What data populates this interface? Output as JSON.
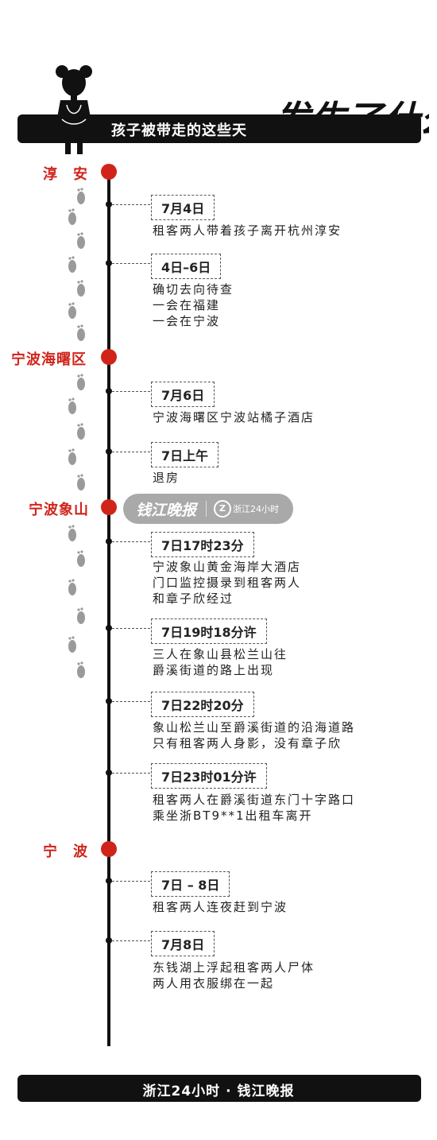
{
  "header": {
    "title": "孩子被带走的这些天",
    "brush_text": "发生了什么"
  },
  "places": [
    {
      "label": "淳　安"
    },
    {
      "label": "宁波海曙区"
    },
    {
      "label": "宁波象山"
    },
    {
      "label": "宁　波"
    }
  ],
  "events": [
    {
      "date": "7月4日",
      "lines": [
        "租客两人带着孩子离开杭州淳安"
      ]
    },
    {
      "date": "4日–6日",
      "lines": [
        "确切去向待查",
        "一会在福建",
        "一会在宁波"
      ]
    },
    {
      "date": "7月6日",
      "lines": [
        "宁波海曙区宁波站橘子酒店"
      ]
    },
    {
      "date": "7日上午",
      "lines": [
        "退房"
      ]
    },
    {
      "date": "7日17时23分",
      "lines": [
        "宁波象山黄金海岸大酒店",
        "门口监控摄录到租客两人",
        "和章子欣经过"
      ]
    },
    {
      "date": "7日19时18分许",
      "lines": [
        "三人在象山县松兰山往",
        "爵溪街道的路上出现"
      ]
    },
    {
      "date": "7日22时20分",
      "lines": [
        "象山松兰山至爵溪街道的沿海道路",
        "只有租客两人身影，没有章子欣"
      ]
    },
    {
      "date": "7日23时01分许",
      "lines": [
        "租客两人在爵溪街道东门十字路口",
        "乘坐浙BT9**1出租车离开"
      ]
    },
    {
      "date": "7日 – 8日",
      "lines": [
        "租客两人连夜赶到宁波"
      ]
    },
    {
      "date": "7月8日",
      "lines": [
        "东钱湖上浮起租客两人尸体",
        "两人用衣服绑在一起"
      ]
    }
  ],
  "watermark": {
    "logo": "钱江晚报",
    "mark": "Z",
    "text": "浙江24小时"
  },
  "footer": {
    "text": "浙江24小时 · 钱江晚报"
  },
  "colors": {
    "accent": "#d0241b",
    "dark": "#111111"
  }
}
